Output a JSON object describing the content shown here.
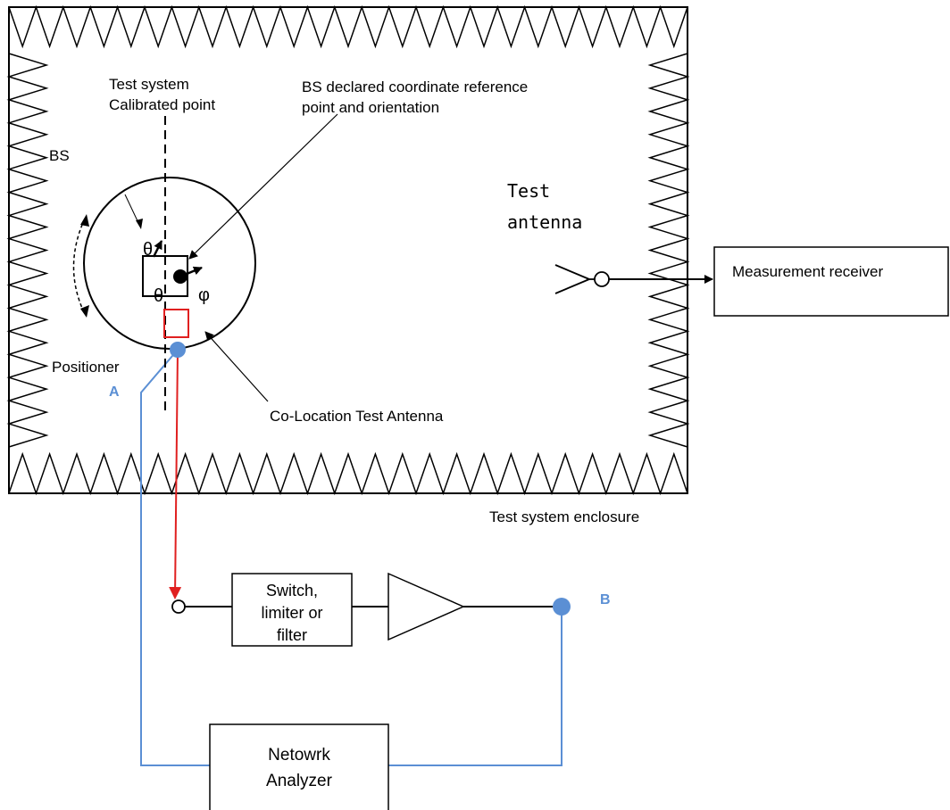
{
  "labels": {
    "test_system_calibrated_line1": "Test system",
    "test_system_calibrated_line2": "Calibrated point",
    "bs_declared_line1": "BS declared coordinate reference",
    "bs_declared_line2": "point and orientation",
    "bs": "BS",
    "test_antenna_line1": "Test",
    "test_antenna_line2": "antenna",
    "measurement_receiver": "Measurement receiver",
    "positioner": "Positioner",
    "point_a": "A",
    "co_location_test_antenna": "Co-Location Test Antenna",
    "test_system_enclosure": "Test system enclosure",
    "switch_line1": "Switch,",
    "switch_line2": "limiter or",
    "switch_line3": "filter",
    "point_b": "B",
    "network_analyzer_line1": "Netowrk",
    "network_analyzer_line2": "Analyzer",
    "theta_top": "θ",
    "theta_bottom": "θ",
    "phi": "φ"
  },
  "colors": {
    "outline": "#000000",
    "connection_blue": "#5b8fd4",
    "point_fill": "#5b8fd4",
    "label_blue": "#5b8fd4",
    "co_location_red": "#e02020",
    "rf_path_red": "#e02020"
  }
}
